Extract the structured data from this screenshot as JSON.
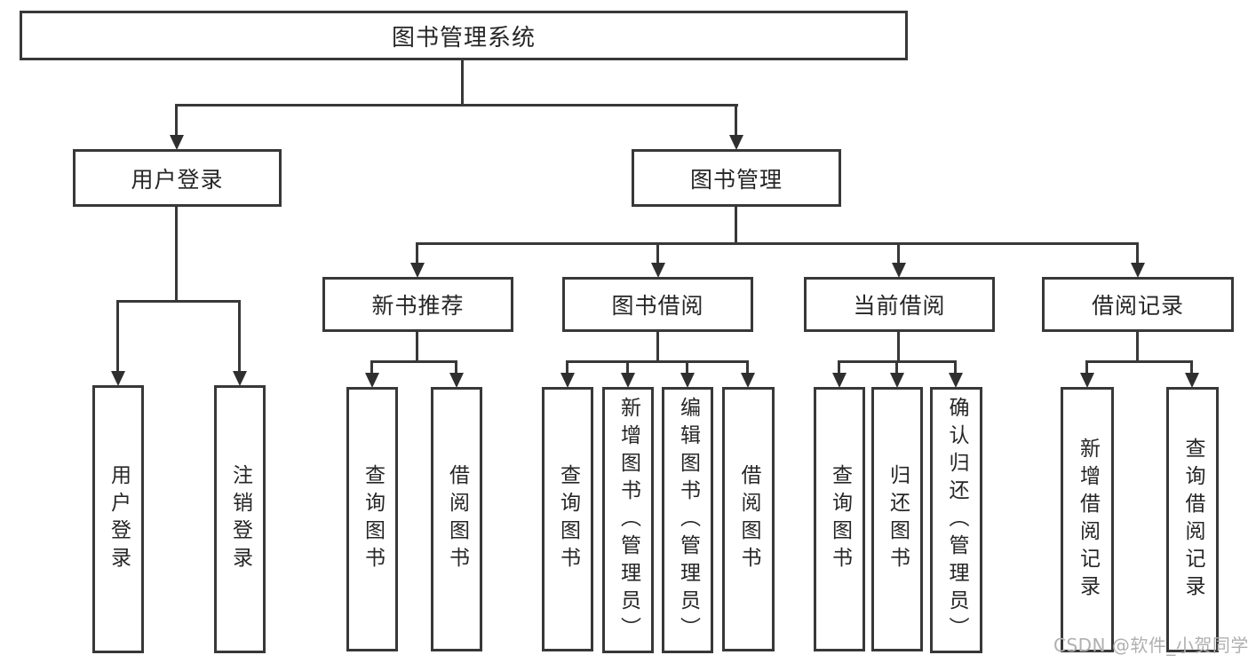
{
  "diagram_type": "hierarchy-tree",
  "colors": {
    "line": "#383838",
    "arrow": "#2f2f2f",
    "box_background": "#ffffff",
    "text": "#262626",
    "watermark": "#b0b0b0"
  },
  "tree": {
    "label": "图书管理系统",
    "children": [
      {
        "label": "用户登录",
        "children": [
          {
            "label": "用户登录"
          },
          {
            "label": "注销登录"
          }
        ]
      },
      {
        "label": "图书管理",
        "children": [
          {
            "label": "新书推荐",
            "children": [
              {
                "label": "查询图书"
              },
              {
                "label": "借阅图书"
              }
            ]
          },
          {
            "label": "图书借阅",
            "children": [
              {
                "label": "查询图书"
              },
              {
                "label": "新增图书（管理员）"
              },
              {
                "label": "编辑图书（管理员）"
              },
              {
                "label": "借阅图书"
              }
            ]
          },
          {
            "label": "当前借阅",
            "children": [
              {
                "label": "查询图书"
              },
              {
                "label": "归还图书"
              },
              {
                "label": "确认归还（管理员）"
              }
            ]
          },
          {
            "label": "借阅记录",
            "children": [
              {
                "label": "新增借阅记录"
              },
              {
                "label": "查询借阅记录"
              }
            ]
          }
        ]
      }
    ]
  },
  "watermark": {
    "label": "CSDN @软件_小贺同学"
  }
}
